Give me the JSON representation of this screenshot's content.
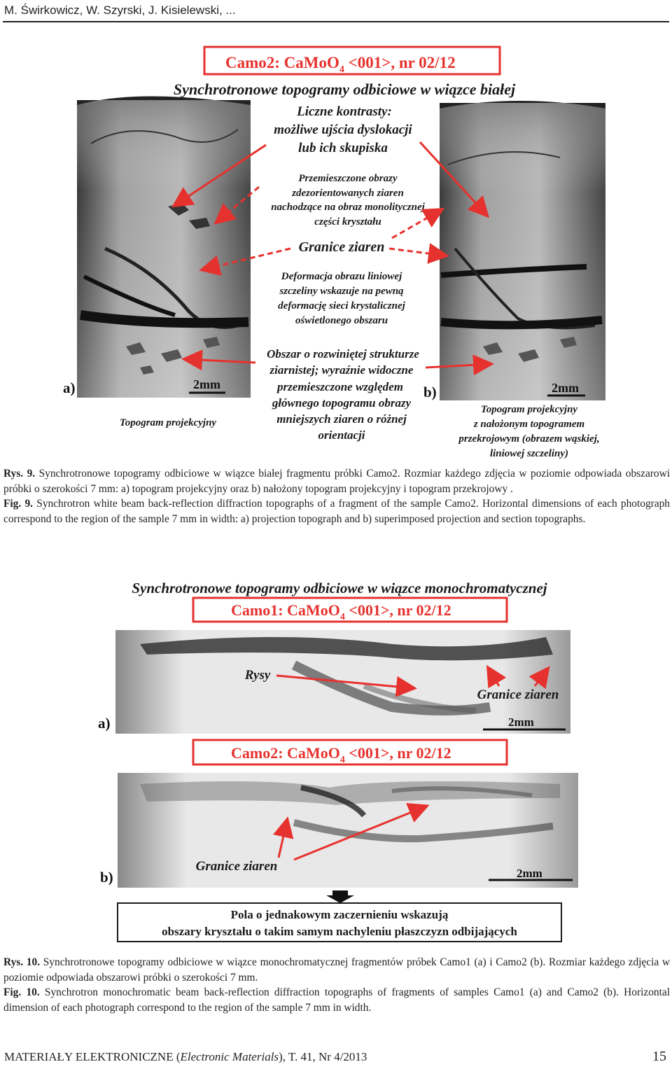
{
  "header": {
    "authors": "M. Świrkowicz, W. Szyrski, J. Kisielewski, ..."
  },
  "figure9": {
    "box_title": "Camo2: CaMoO",
    "box_sub": "4",
    "box_rest": " <001>, nr 02/12",
    "title": "Synchrotronowe topogramy odbiciowe w wiązce białej",
    "ann_contrast": [
      "Liczne kontrasty:",
      "możliwe ujścia dyslokacji",
      "lub ich skupiska"
    ],
    "ann_displaced": [
      "Przemieszczone obrazy",
      "zdezorientowanych ziaren",
      "nachodzące na obraz monolitycznej",
      "części kryształu"
    ],
    "ann_grain": "Granice ziaren",
    "ann_deform": [
      "Deformacja obrazu liniowej",
      "szczeliny wskazuje na pewną",
      "deformację sieci krystalicznej",
      "oświetlonego obszaru"
    ],
    "ann_region": [
      "Obszar o rozwiniętej strukturze",
      "ziarnistej; wyraźnie widoczne",
      "przemieszczone względem",
      "głównego topogramu obrazy",
      "mniejszych ziaren o różnej",
      "orientacji"
    ],
    "label_a": "a)",
    "label_b": "b)",
    "scale_a": "2mm",
    "scale_b": "2mm",
    "caption_a": "Topogram projekcyjny",
    "caption_b": [
      "Topogram projekcyjny",
      "z nałożonym topogramem",
      "przekrojowym (obrazem wąskiej,",
      "liniowej szczeliny)"
    ]
  },
  "caption9": {
    "pl_label": "Rys. 9.",
    "pl_text": " Synchrotronowe topogramy odbiciowe w wiązce białej fragmentu próbki Camo2. Rozmiar każdego zdjęcia w poziomie odpowiada obszarowi próbki o szerokości 7 mm:  a) topogram projekcyjny oraz b) nałożony topogram projekcyjny i topogram przekrojowy .",
    "en_label": "Fig. 9.",
    "en_text": " Synchrotron white beam back-reflection diffraction topographs of a fragment of the sample Camo2. Horizontal dimensions of each photograph correspond to the region of the sample 7 mm in width: a) projection topograph and b) superimposed projection and section topographs."
  },
  "figure10": {
    "title": "Synchrotronowe topogramy odbiciowe w wiązce monochromatycznej",
    "box1_title": "Camo1: CaMoO",
    "box1_sub": "4",
    "box1_rest": " <001>, nr 02/12",
    "box2_title": "Camo2: CaMoO",
    "box2_sub": "4",
    "box2_rest": " <001>, nr 02/12",
    "rysy": "Rysy",
    "granice_a": "Granice ziaren",
    "granice_b": "Granice ziaren",
    "label_a": "a)",
    "label_b": "b)",
    "scale_a": "2mm",
    "scale_b": "2mm",
    "bottom_box": [
      "Pola o jednakowym  zaczernieniu wskazują",
      "obszary kryształu o takim samym nachyleniu płaszczyzn odbijających"
    ]
  },
  "caption10": {
    "pl_label": "Rys. 10.",
    "pl_text": " Synchrotronowe topogramy odbiciowe w wiązce monochromatycznej fragmentów próbek Camo1 (a) i Camo2 (b). Rozmiar każdego zdjęcia w poziomie odpowiada obszarowi próbki o szerokości 7 mm.",
    "en_label": "Fig. 10.",
    "en_text": " Synchrotron monochromatic beam back-reflection diffraction topographs of fragments of samples Camo1 (a) and Camo2 (b). Horizontal dimension of each photograph correspond to the region of the sample 7 mm in width."
  },
  "footer": {
    "journal_pl": "MATERIAŁY ELEKTRONICZNE (",
    "journal_en": "Electronic Materials",
    "journal_rest": "), T. 41, Nr 4/2013",
    "page": "15"
  },
  "colors": {
    "red": "#e6322e",
    "dark": "#1a1a1a"
  }
}
